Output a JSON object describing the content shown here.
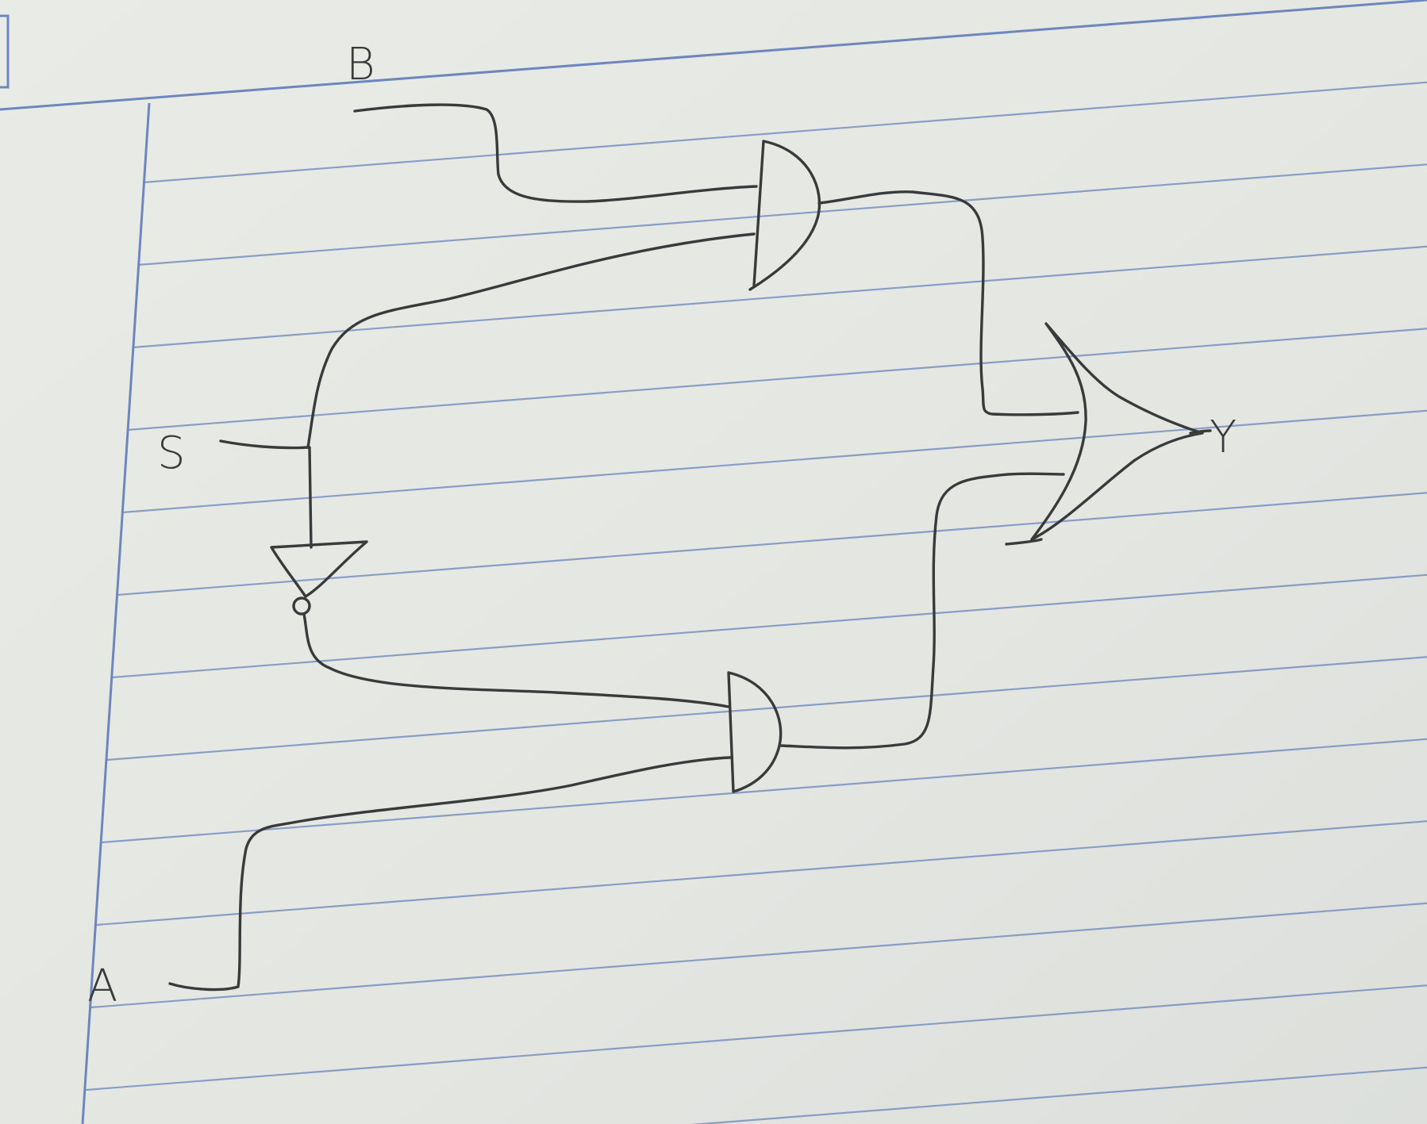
{
  "colors": {
    "paper": "#e6e8e4",
    "ink": "#3a3a3c",
    "rule_line": "#7f95c2"
  },
  "labels": {
    "input_b": "B",
    "input_s": "S",
    "input_a": "A",
    "output_y": "Y"
  },
  "gates": [
    {
      "kind": "and-gate"
    },
    {
      "kind": "and-gate"
    },
    {
      "kind": "not-gate"
    },
    {
      "kind": "or-gate"
    }
  ]
}
